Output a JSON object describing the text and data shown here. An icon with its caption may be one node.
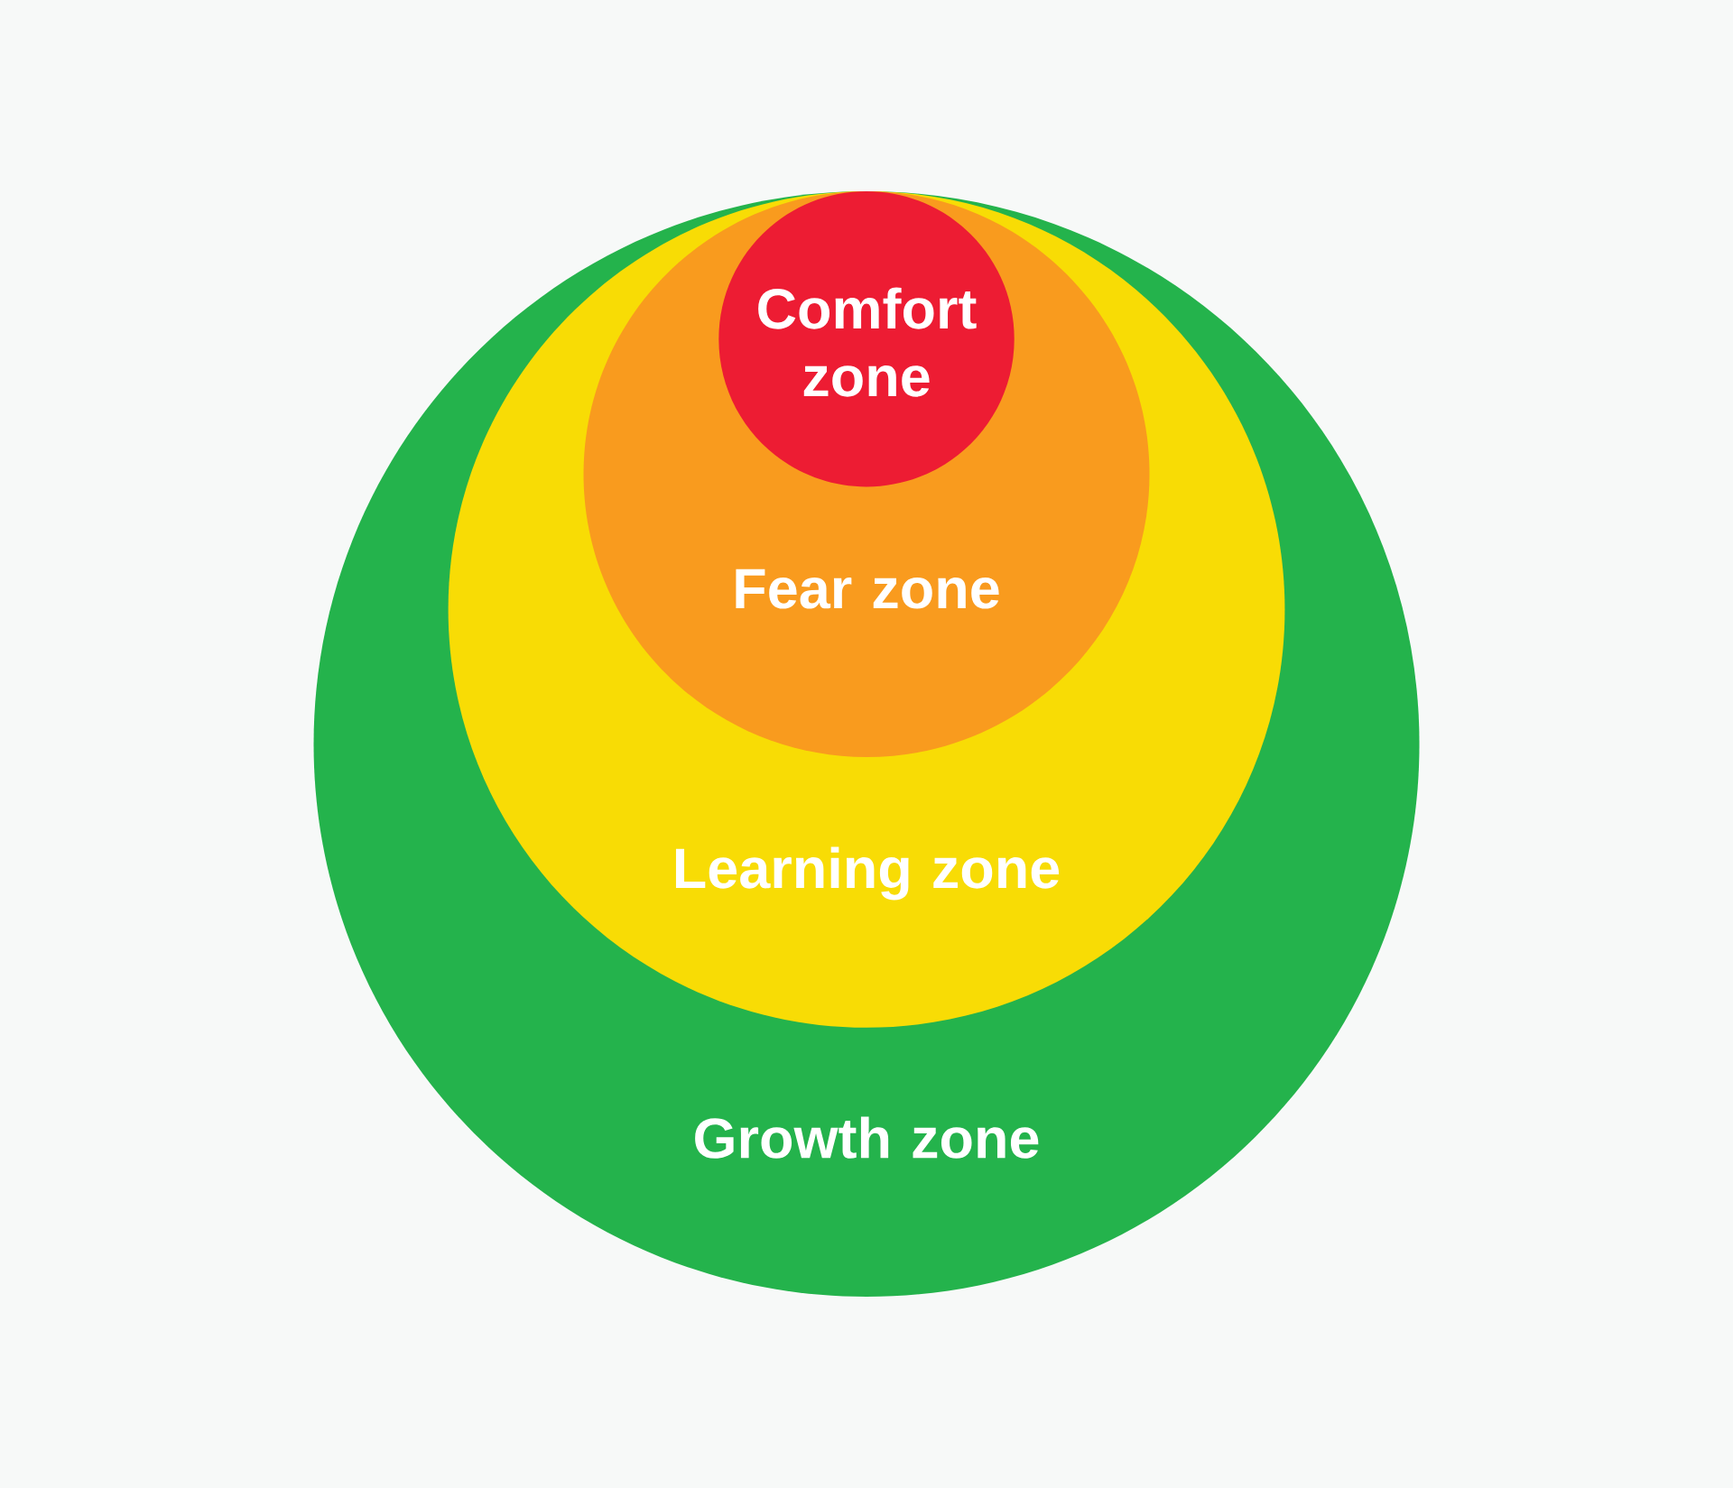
{
  "diagram": {
    "nodes": [
      {
        "text": [
          "Growth zone"
        ]
      },
      {
        "text": [
          "Learning zone"
        ],
        "in": 0
      },
      {
        "text": [
          "Fear zone"
        ],
        "in": 1
      },
      {
        "text": [
          "Comfort zone"
        ],
        "in": 2
      }
    ]
  }
}
